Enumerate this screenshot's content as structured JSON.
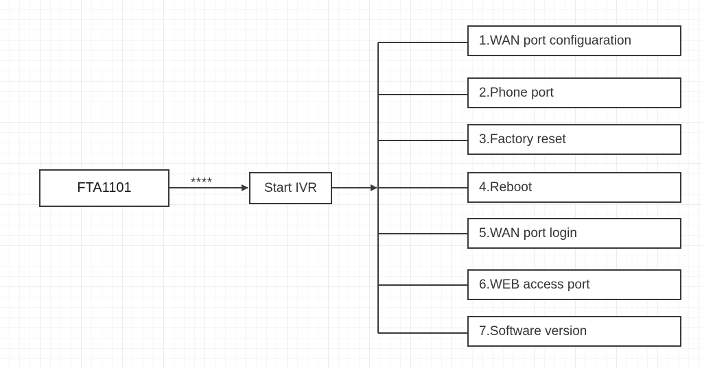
{
  "device": {
    "label": "FTA1101"
  },
  "edge": {
    "label": "****"
  },
  "ivr": {
    "label": "Start IVR"
  },
  "menu_items": [
    {
      "label": "1.WAN port configuaration"
    },
    {
      "label": "2.Phone port"
    },
    {
      "label": "3.Factory reset"
    },
    {
      "label": "4.Reboot"
    },
    {
      "label": "5.WAN port login"
    },
    {
      "label": "6.WEB access port"
    },
    {
      "label": "7.Software version"
    }
  ],
  "colors": {
    "line": "#3a3a3a",
    "text": "#333333",
    "grid": "#ececec"
  }
}
